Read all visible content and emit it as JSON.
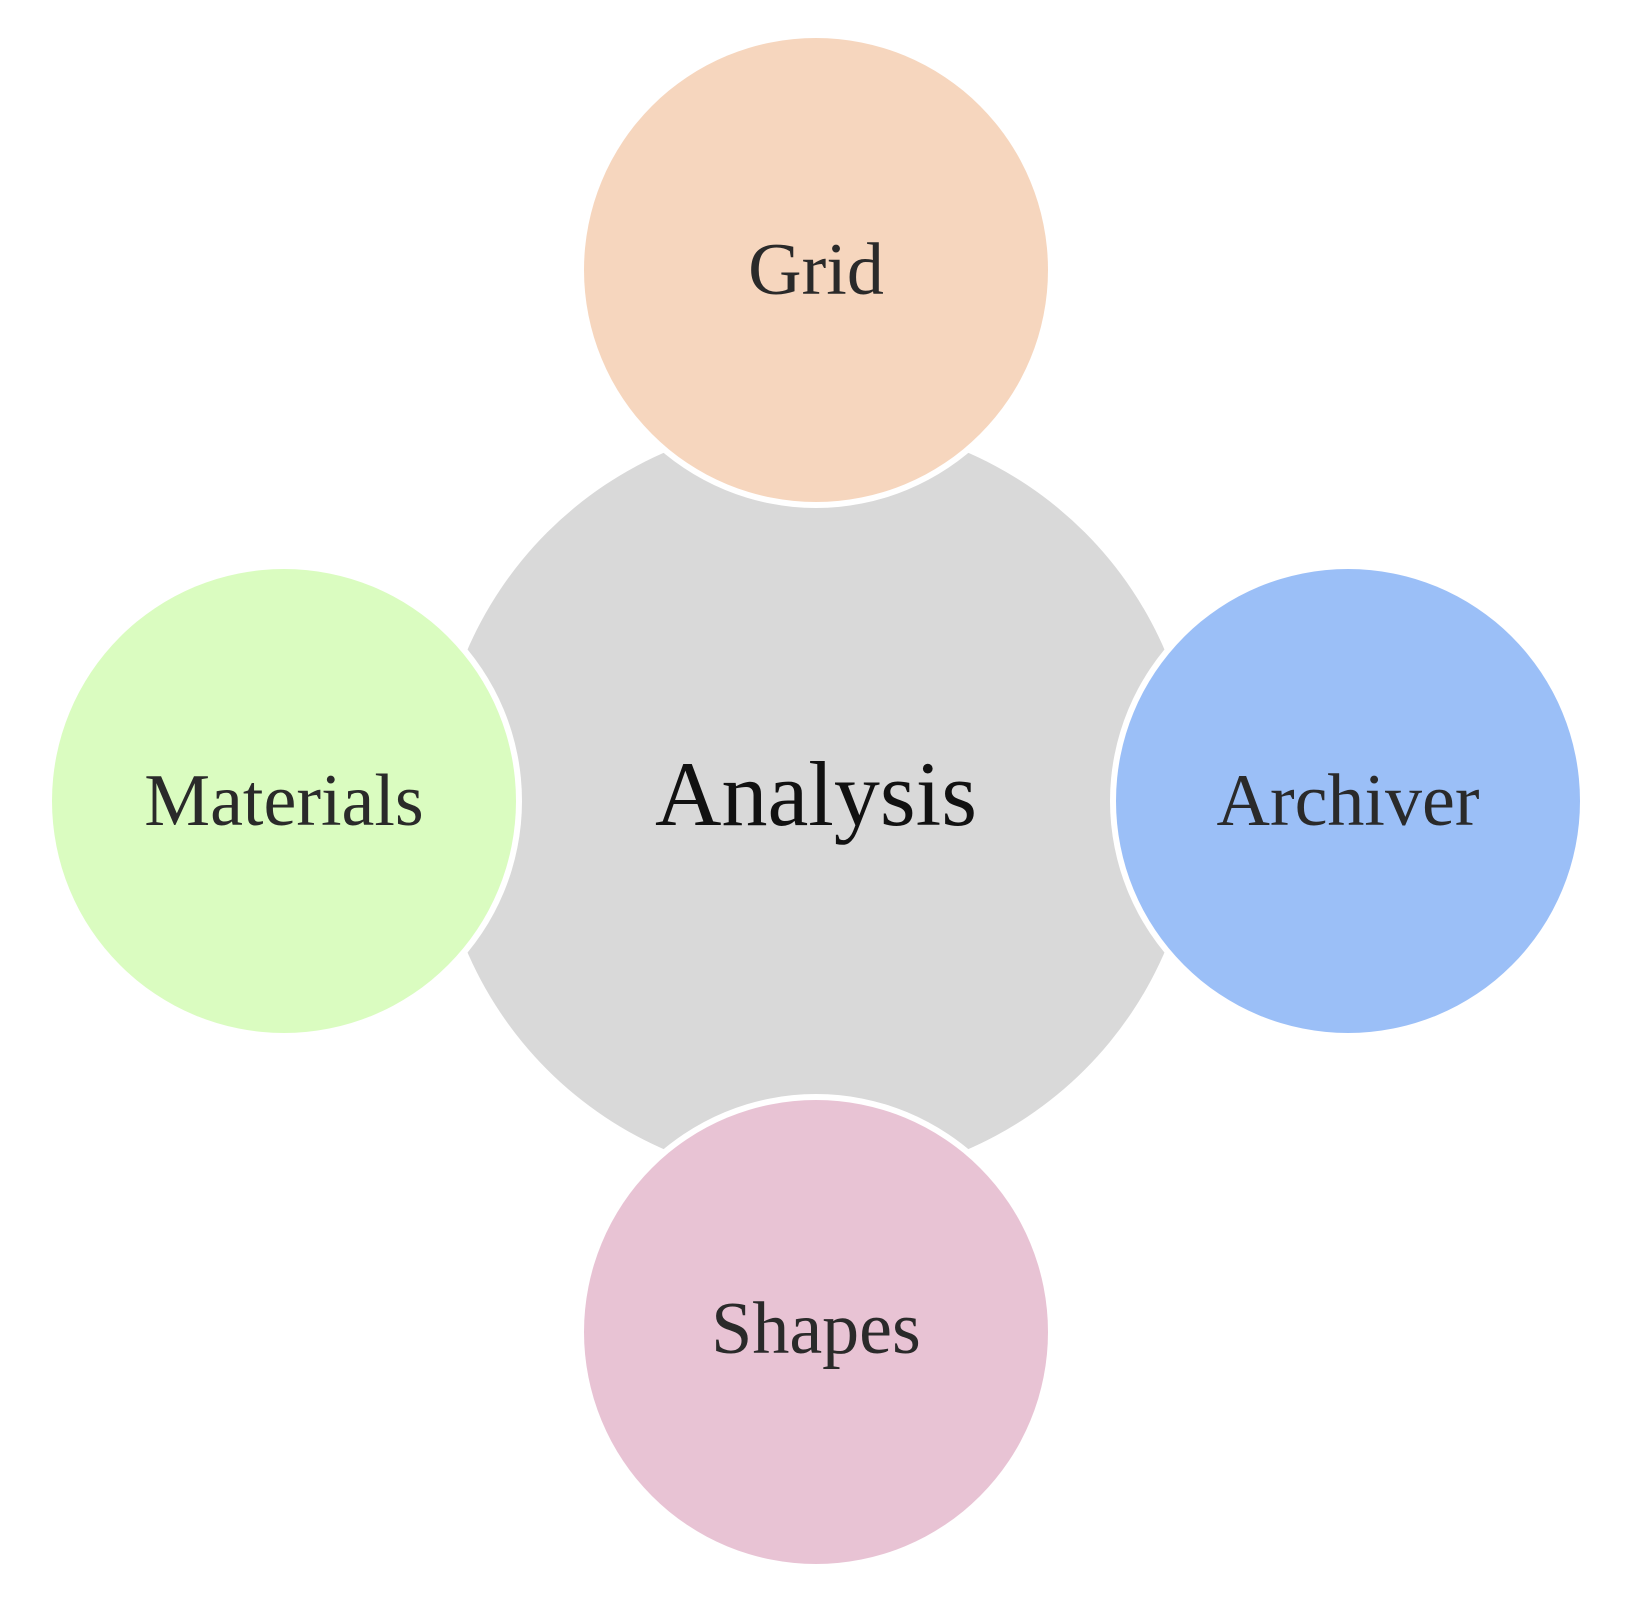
{
  "center": {
    "label": "Analysis",
    "color": "#d9d9d9"
  },
  "satellites": {
    "top": {
      "label": "Grid",
      "color": "#f5cfb3"
    },
    "right": {
      "label": "Archiver",
      "color": "#8ab4f6"
    },
    "bottom": {
      "label": "Shapes",
      "color": "#e4b8cc"
    },
    "left": {
      "label": "Materials",
      "color": "#d3fbb5"
    }
  }
}
